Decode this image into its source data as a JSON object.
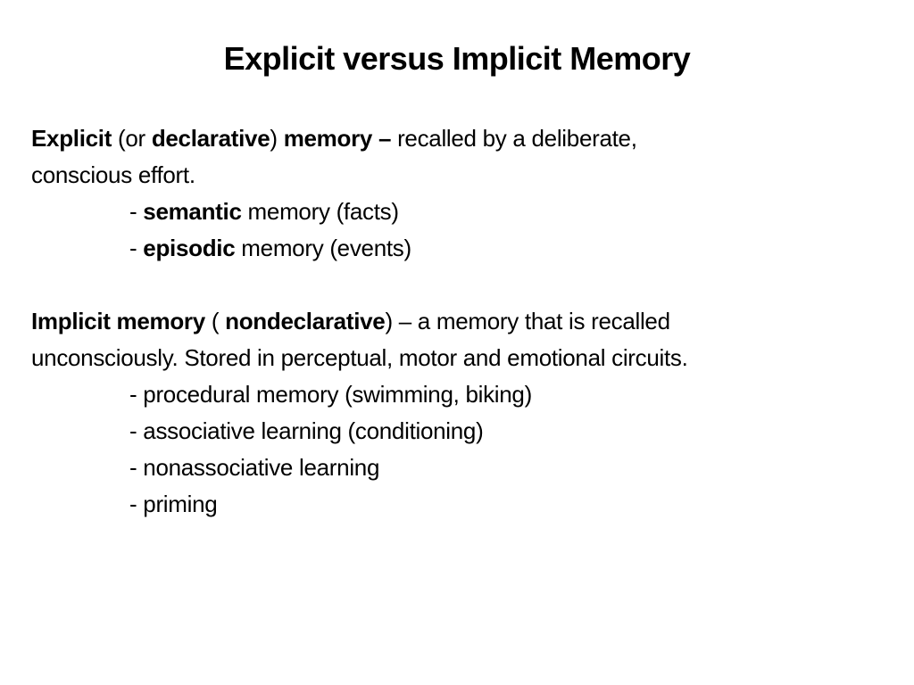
{
  "slide": {
    "title": "Explicit versus Implicit Memory",
    "explicit": {
      "term": "Explicit",
      "paren_open": " (or ",
      "alt_term": "declarative",
      "paren_close": ") ",
      "memory_dash": "memory –",
      "definition_line1": " recalled by a deliberate,",
      "definition_line2": "conscious effort.",
      "items": [
        {
          "dash": "- ",
          "bold": "semantic",
          "rest": " memory (facts)"
        },
        {
          "dash": "- ",
          "bold": "episodic",
          "rest": " memory (events)"
        }
      ]
    },
    "implicit": {
      "term": "Implicit memory",
      "paren_open": " ( ",
      "alt_term": "nondeclarative",
      "definition_line1": ") – a memory that is recalled",
      "definition_line2": "unconsciously. Stored in perceptual, motor and emotional circuits.",
      "items": [
        "- procedural memory (swimming, biking)",
        "- associative learning (conditioning)",
        "- nonassociative learning",
        "- priming"
      ]
    }
  }
}
